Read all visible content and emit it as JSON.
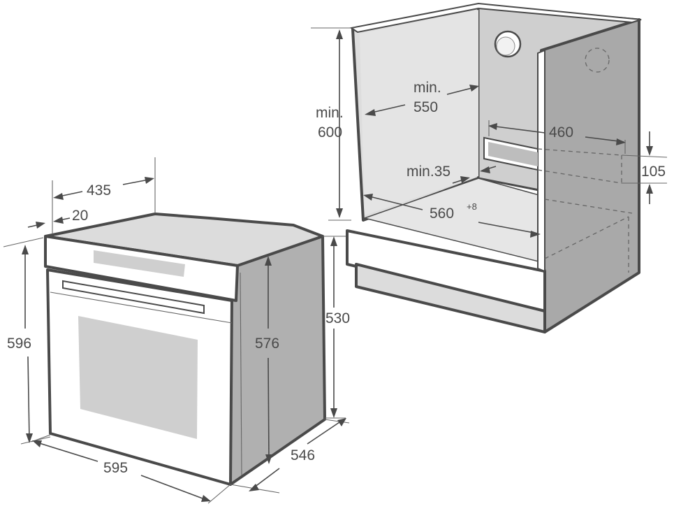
{
  "colors": {
    "outline": "#4a4a4a",
    "panel_light": "#ededed",
    "panel_mid": "#d9d9d9",
    "panel_dark": "#a8a8a8",
    "window": "#cfcfcf",
    "white": "#ffffff"
  },
  "oven": {
    "depth_total": "435",
    "front_thickness": "20",
    "height_total": "596",
    "body_height": "576",
    "width": "595",
    "body_depth": "546",
    "rear_height": "530"
  },
  "cabinet": {
    "height_min_prefix": "min.",
    "height_min_value": "600",
    "depth_min_prefix": "min.",
    "depth_min_value": "550",
    "vent_width": "460",
    "vent_height": "105",
    "gap_min": "min.35",
    "width_value": "560",
    "width_tolerance": "+8"
  }
}
